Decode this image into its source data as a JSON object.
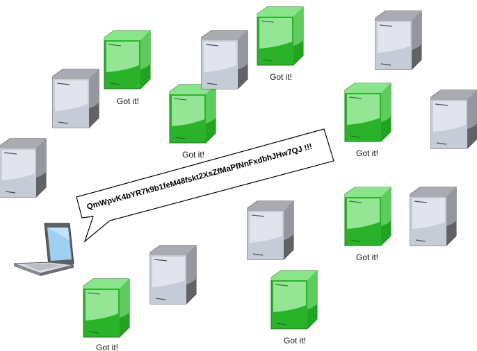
{
  "message": {
    "text": "QmWpvK4bYR7k9b1feM48fskt2XsZfMaPfNnFxdbhJHw7QJ !!!"
  },
  "servers": [
    {
      "name": "server-1",
      "status": "received",
      "caption": "Got it!"
    },
    {
      "name": "server-2",
      "status": "idle",
      "caption": ""
    },
    {
      "name": "server-3",
      "status": "received",
      "caption": "Got it!"
    },
    {
      "name": "server-4",
      "status": "idle",
      "caption": ""
    },
    {
      "name": "server-5",
      "status": "received",
      "caption": "Got it!"
    },
    {
      "name": "server-6",
      "status": "idle",
      "caption": ""
    },
    {
      "name": "server-7",
      "status": "received",
      "caption": "Got it!"
    },
    {
      "name": "server-8",
      "status": "idle",
      "caption": ""
    },
    {
      "name": "server-9",
      "status": "idle",
      "caption": ""
    },
    {
      "name": "server-10",
      "status": "received",
      "caption": "Got it!"
    },
    {
      "name": "server-11",
      "status": "idle",
      "caption": ""
    },
    {
      "name": "server-12",
      "status": "idle",
      "caption": ""
    },
    {
      "name": "server-13",
      "status": "received",
      "caption": "Got it!"
    },
    {
      "name": "server-14",
      "status": "received",
      "caption": "Got it!"
    },
    {
      "name": "server-15",
      "status": "idle",
      "caption": ""
    }
  ],
  "colors": {
    "received_front": "#2fbe2f",
    "received_side": "#1f9a1f",
    "received_top": "#7ee07e",
    "received_face": "#9eea9e",
    "idle_front": "#c7cdd8",
    "idle_side": "#6b6e73",
    "idle_top": "#a6a9ad",
    "idle_face": "#dde2ea"
  }
}
